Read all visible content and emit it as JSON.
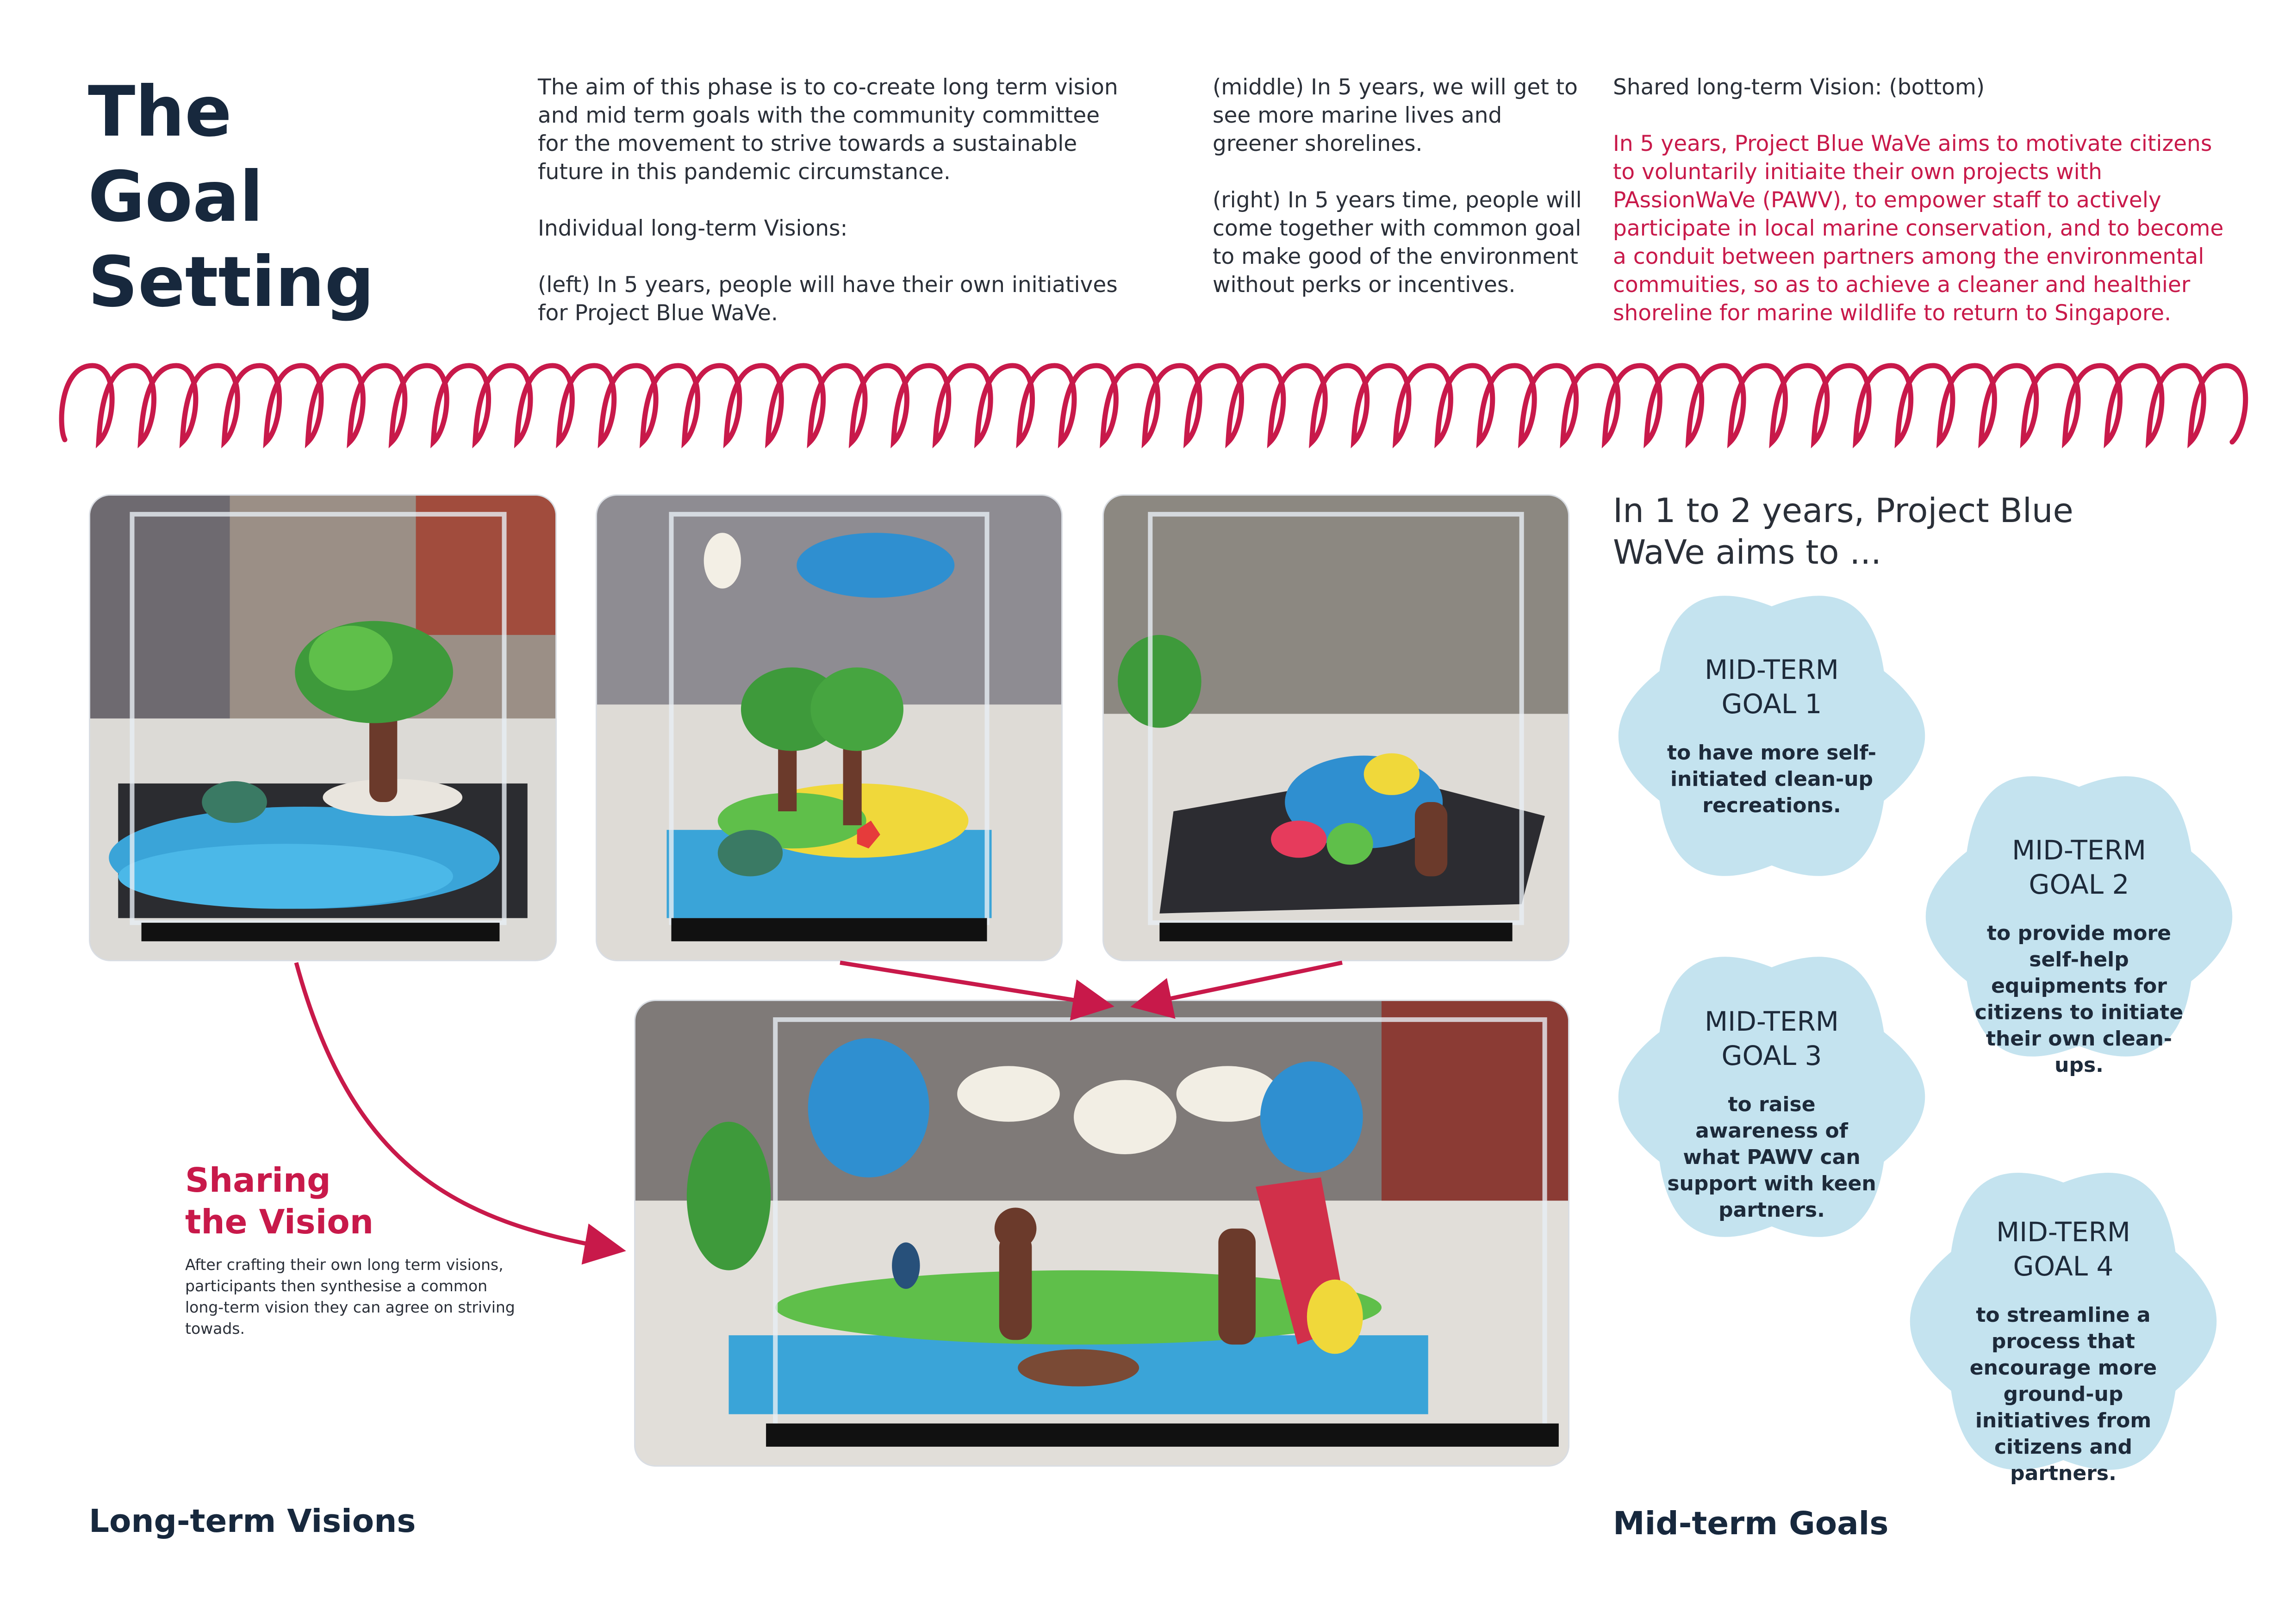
{
  "title": [
    "The",
    "Goal",
    "Setting"
  ],
  "intro": {
    "aim": "The aim of this phase is to co-create long term vision and mid term goals with the community committee for the movement to strive towards a sustainable future in this pandemic circumstance.",
    "individual_heading": "Individual long-term Visions:",
    "left_vision": "(left) In 5 years, people will have their own initiatives for Project Blue WaVe."
  },
  "middle_col": {
    "middle_vision": "(middle) In 5 years, we will get to see more marine lives and greener shorelines.",
    "right_vision": "(right) In 5 years time, people will come together with common goal to make good of the environment without perks or incentives."
  },
  "shared": {
    "heading": "Shared long-term Vision: (bottom)",
    "text": "In 5 years, Project Blue WaVe aims to motivate citizens to voluntarily initiaite their own projects with PAssionWaVe (PAWV), to empower staff to actively participate in local marine conservation, and to become a conduit between partners among the environmental commuities, so as to achieve a cleaner and healthier shoreline for marine wildlife to return to Singapore."
  },
  "sharing": {
    "heading_line1": "Sharing",
    "heading_line2": "the Vision",
    "description": "After crafting their own long term visions, participants then synthesise a common long-term vision they can agree on striving towads."
  },
  "labels": {
    "long_term": "Long-term Visions",
    "mid_term": "Mid-term Goals"
  },
  "goals_intro": "In 1 to 2 years, Project Blue WaVe aims to ...",
  "goals": [
    {
      "title_line1": "MID-TERM",
      "title_line2": "GOAL 1",
      "text": "to have more self-initiated clean-up recreations."
    },
    {
      "title_line1": "MID-TERM",
      "title_line2": "GOAL 2",
      "text": "to provide more self-help equipments for citizens to initiate their own clean-ups."
    },
    {
      "title_line1": "MID-TERM",
      "title_line2": "GOAL 3",
      "text": "to raise awareness of what PAWV can support with keen partners."
    },
    {
      "title_line1": "MID-TERM",
      "title_line2": "GOAL 4",
      "text": "to streamline a process that encourage more ground-up initiatives from citizens and partners."
    }
  ],
  "colors": {
    "accent": "#c8194a",
    "navy": "#17283d",
    "cloud": "#c4e3ef"
  }
}
